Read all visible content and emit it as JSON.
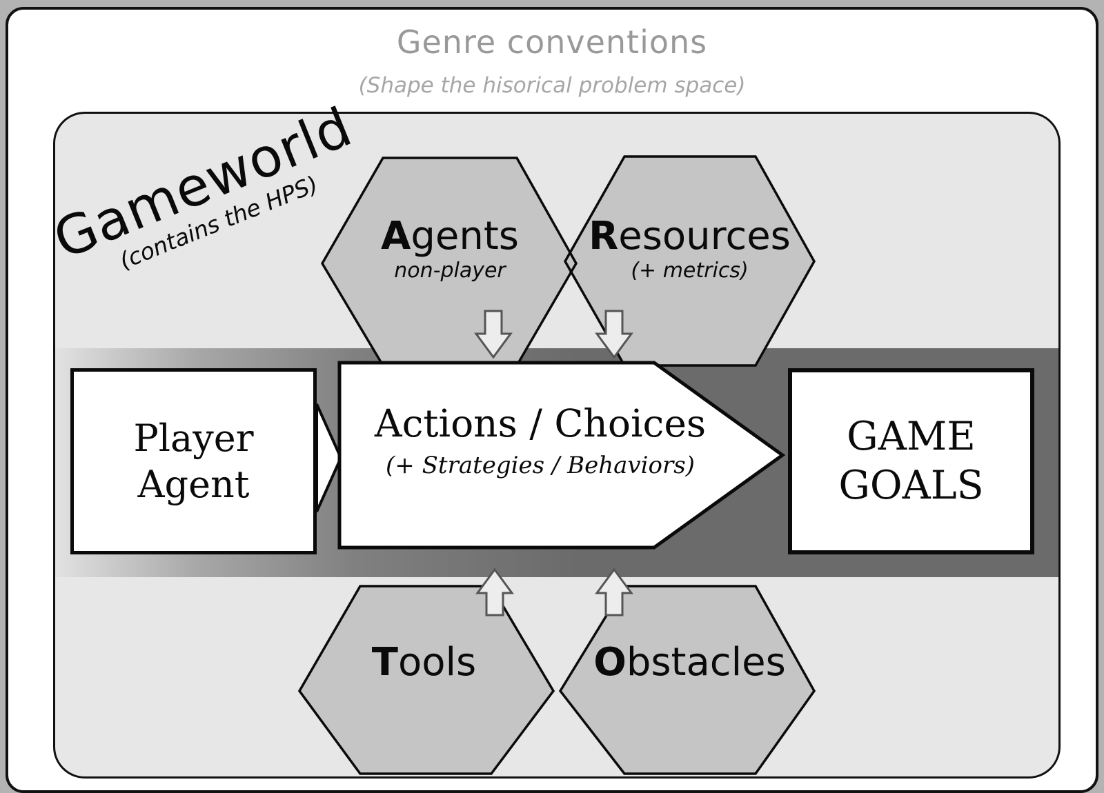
{
  "title": "Genre conventions",
  "subtitle": "(Shape the hisorical problem space)",
  "gameworld": {
    "label": "Gameworld",
    "sublabel": "(contains the HPS)"
  },
  "hexagons": {
    "agents": {
      "lead": "A",
      "rest": "gents",
      "sub": "non-player"
    },
    "resources": {
      "lead": "R",
      "rest": "esources",
      "sub": "(+ metrics)"
    },
    "tools": {
      "lead": "T",
      "rest": "ools"
    },
    "obstacles": {
      "lead": "O",
      "rest": "bstacles"
    }
  },
  "player_agent": {
    "line1": "Player",
    "line2": "Agent"
  },
  "actions": {
    "line1": "Actions / Choices",
    "line2": "(+ Strategies / Behaviors)"
  },
  "game_goals": {
    "line1": "GAME",
    "line2": "GOALS"
  },
  "colors": {
    "hexagon_fill": "#c5c5c5",
    "band_dark": "#6b6b6b",
    "background": "#e7e7e7",
    "title_gray": "#999999"
  }
}
